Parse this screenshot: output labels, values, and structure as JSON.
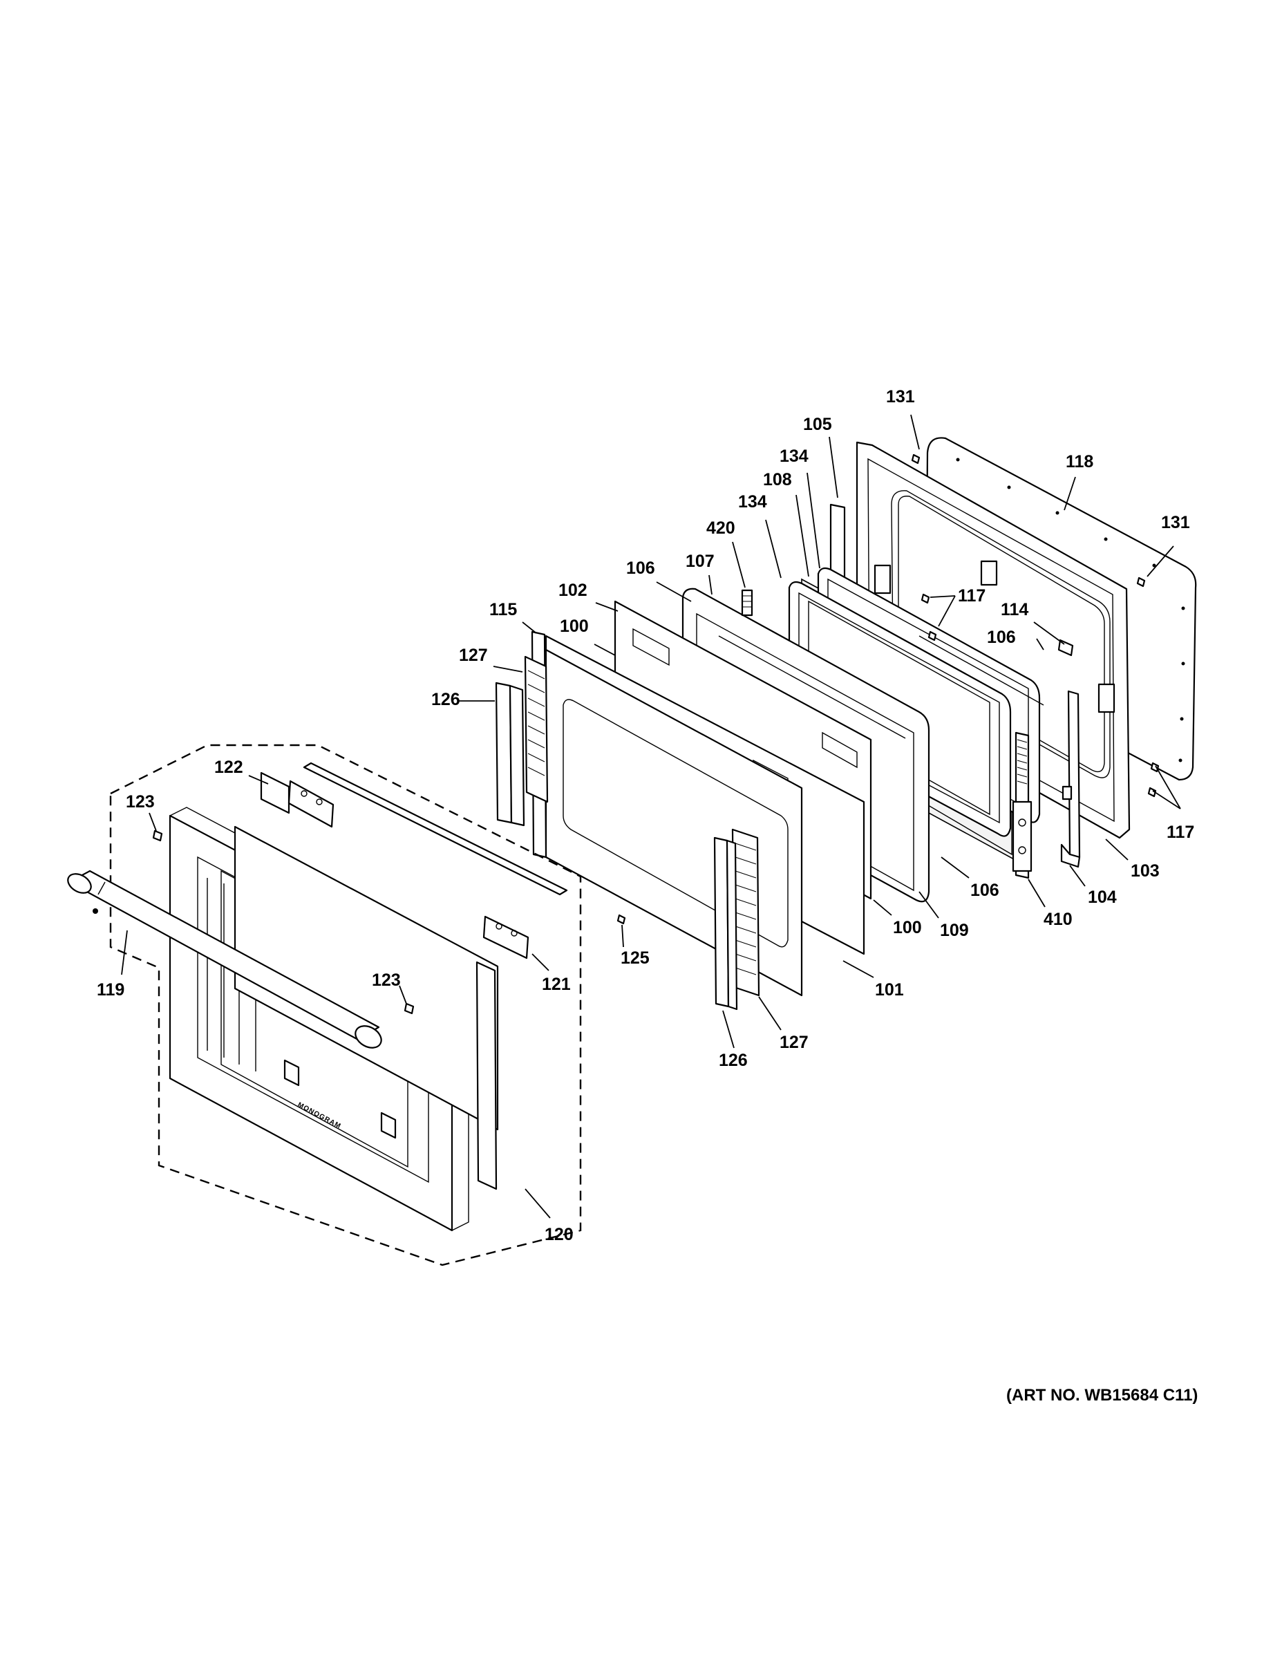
{
  "diagram": {
    "art_number": "(ART NO. WB15684 C11)",
    "brand_mark": "MONOGRAM",
    "colors": {
      "line": "#000000",
      "background": "#ffffff"
    },
    "callouts": [
      {
        "id": "c131a",
        "text": "131"
      },
      {
        "id": "c105",
        "text": "105"
      },
      {
        "id": "c134a",
        "text": "134"
      },
      {
        "id": "c118",
        "text": "118"
      },
      {
        "id": "c108",
        "text": "108"
      },
      {
        "id": "c134b",
        "text": "134"
      },
      {
        "id": "c131b",
        "text": "131"
      },
      {
        "id": "c420",
        "text": "420"
      },
      {
        "id": "c107",
        "text": "107"
      },
      {
        "id": "c106a",
        "text": "106"
      },
      {
        "id": "c117a",
        "text": "117"
      },
      {
        "id": "c102",
        "text": "102"
      },
      {
        "id": "c114",
        "text": "114"
      },
      {
        "id": "c115",
        "text": "115"
      },
      {
        "id": "c100a",
        "text": "100"
      },
      {
        "id": "c106b",
        "text": "106"
      },
      {
        "id": "c127a",
        "text": "127"
      },
      {
        "id": "c126a",
        "text": "126"
      },
      {
        "id": "c122",
        "text": "122"
      },
      {
        "id": "c117b",
        "text": "117"
      },
      {
        "id": "c123a",
        "text": "123"
      },
      {
        "id": "c103",
        "text": "103"
      },
      {
        "id": "c106c",
        "text": "106"
      },
      {
        "id": "c104",
        "text": "104"
      },
      {
        "id": "c100b",
        "text": "100"
      },
      {
        "id": "c109",
        "text": "109"
      },
      {
        "id": "c410",
        "text": "410"
      },
      {
        "id": "c101",
        "text": "101"
      },
      {
        "id": "c125",
        "text": "125"
      },
      {
        "id": "c119",
        "text": "119"
      },
      {
        "id": "c123b",
        "text": "123"
      },
      {
        "id": "c121",
        "text": "121"
      },
      {
        "id": "c127b",
        "text": "127"
      },
      {
        "id": "c126b",
        "text": "126"
      },
      {
        "id": "c120",
        "text": "120"
      }
    ]
  }
}
